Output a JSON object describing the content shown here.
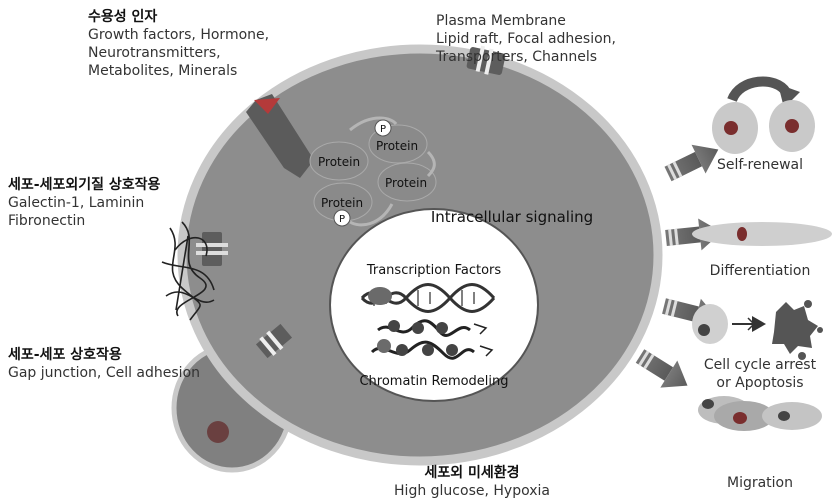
{
  "soluble": {
    "title": "수용성 인자",
    "lines": [
      "Growth factors, Hormone,",
      "Neurotransmitters,",
      "Metabolites, Minerals"
    ]
  },
  "membrane": {
    "title": "Plasma Membrane",
    "lines": [
      "Lipid raft, Focal adhesion,",
      "Transporters, Channels"
    ]
  },
  "ecm": {
    "title": "세포-세포외기질 상호작용",
    "lines": [
      "Galectin-1, Laminin",
      "Fibronectin"
    ]
  },
  "cellcell": {
    "title": "세포-세포 상호작용",
    "lines": [
      "Gap junction, Cell adhesion"
    ]
  },
  "micro": {
    "title": "세포외 미세환경",
    "lines": [
      "High glucose, Hypoxia"
    ]
  },
  "cell": {
    "protein": "Protein",
    "phospho": "P",
    "signaling": "Intracellular signaling",
    "tf": "Transcription Factors",
    "chromatin": "Chromatin Remodeling"
  },
  "outcomes": {
    "self_renewal": "Self-renewal",
    "differentiation": "Differentiation",
    "arrest_line1": "Cell cycle arrest",
    "arrest_line2": "or Apoptosis",
    "migration": "Migration"
  }
}
